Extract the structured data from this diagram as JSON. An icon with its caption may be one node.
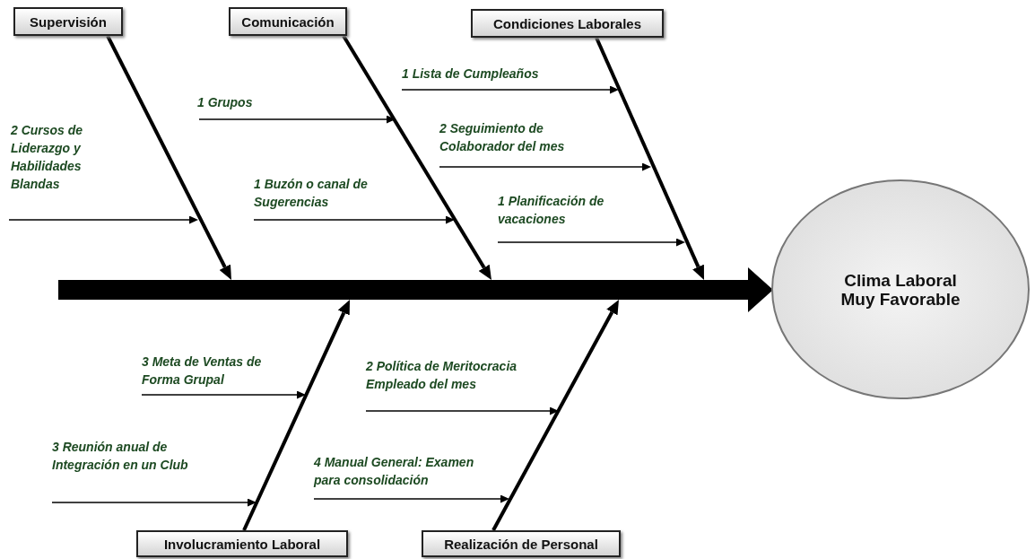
{
  "diagram": {
    "nodes": [
      {
        "text": [
          "Supervisión"
        ]
      },
      {
        "text": [
          "Comunicación"
        ]
      },
      {
        "text": [
          "Condiciones Laborales"
        ]
      },
      {
        "text": [
          "1 Lista de Cumpleaños"
        ]
      },
      {
        "text": [
          "1 Grupos"
        ]
      },
      {
        "text": [
          "2 Seguimiento de Colaborador del mes"
        ]
      },
      {
        "text": [
          "2 Cursos de Liderazgo y Habilidades Blandas"
        ]
      },
      {
        "text": [
          "1 Buzón o canal de Sugerencias"
        ]
      },
      {
        "text": [
          "1 Planificación de vacaciones"
        ]
      },
      {
        "text": [],
        "shape": "bar"
      },
      {
        "text": [
          "Clima Laboral Muy Favorable"
        ]
      },
      {
        "text": [
          "3 Meta de Ventas de Forma Grupal"
        ]
      },
      {
        "text": [
          "2 Política de Meritocracia Empleado del mes"
        ]
      },
      {
        "text": [
          "3 Reunión anual de Integración en un Club"
        ]
      },
      {
        "text": [
          "4 Manual General: Examen para consolidación"
        ]
      },
      {
        "text": [
          "Involucramiento Laboral"
        ]
      },
      {
        "text": [
          "Realización de Personal"
        ]
      }
    ],
    "edges": [
      {
        "from": 3,
        "to": null,
        "arrow": "to"
      },
      {
        "from": 4,
        "to": null,
        "arrow": "to"
      },
      {
        "from": 5,
        "to": null,
        "arrow": "to"
      },
      {
        "from": 6,
        "to": null,
        "arrow": "to"
      },
      {
        "from": 7,
        "to": null,
        "arrow": "to"
      },
      {
        "from": 8,
        "to": null,
        "arrow": "to"
      },
      {
        "from": 0,
        "to": 9,
        "arrow": "to",
        "style": "thick"
      },
      {
        "from": 1,
        "to": 9,
        "arrow": "to",
        "style": "thick"
      },
      {
        "from": 2,
        "to": 9,
        "arrow": "to",
        "style": "thick"
      },
      {
        "from": 9,
        "to": 10,
        "arrow": "to",
        "style": "thick"
      },
      {
        "from": 11,
        "to": null,
        "arrow": "to"
      },
      {
        "from": 12,
        "to": null,
        "arrow": "to"
      },
      {
        "from": 13,
        "to": null,
        "arrow": "to"
      },
      {
        "from": 14,
        "to": null,
        "arrow": "to"
      },
      {
        "from": 15,
        "to": 9,
        "arrow": "to",
        "style": "thick"
      },
      {
        "from": 16,
        "to": 9,
        "arrow": "to",
        "style": "thick"
      }
    ]
  }
}
